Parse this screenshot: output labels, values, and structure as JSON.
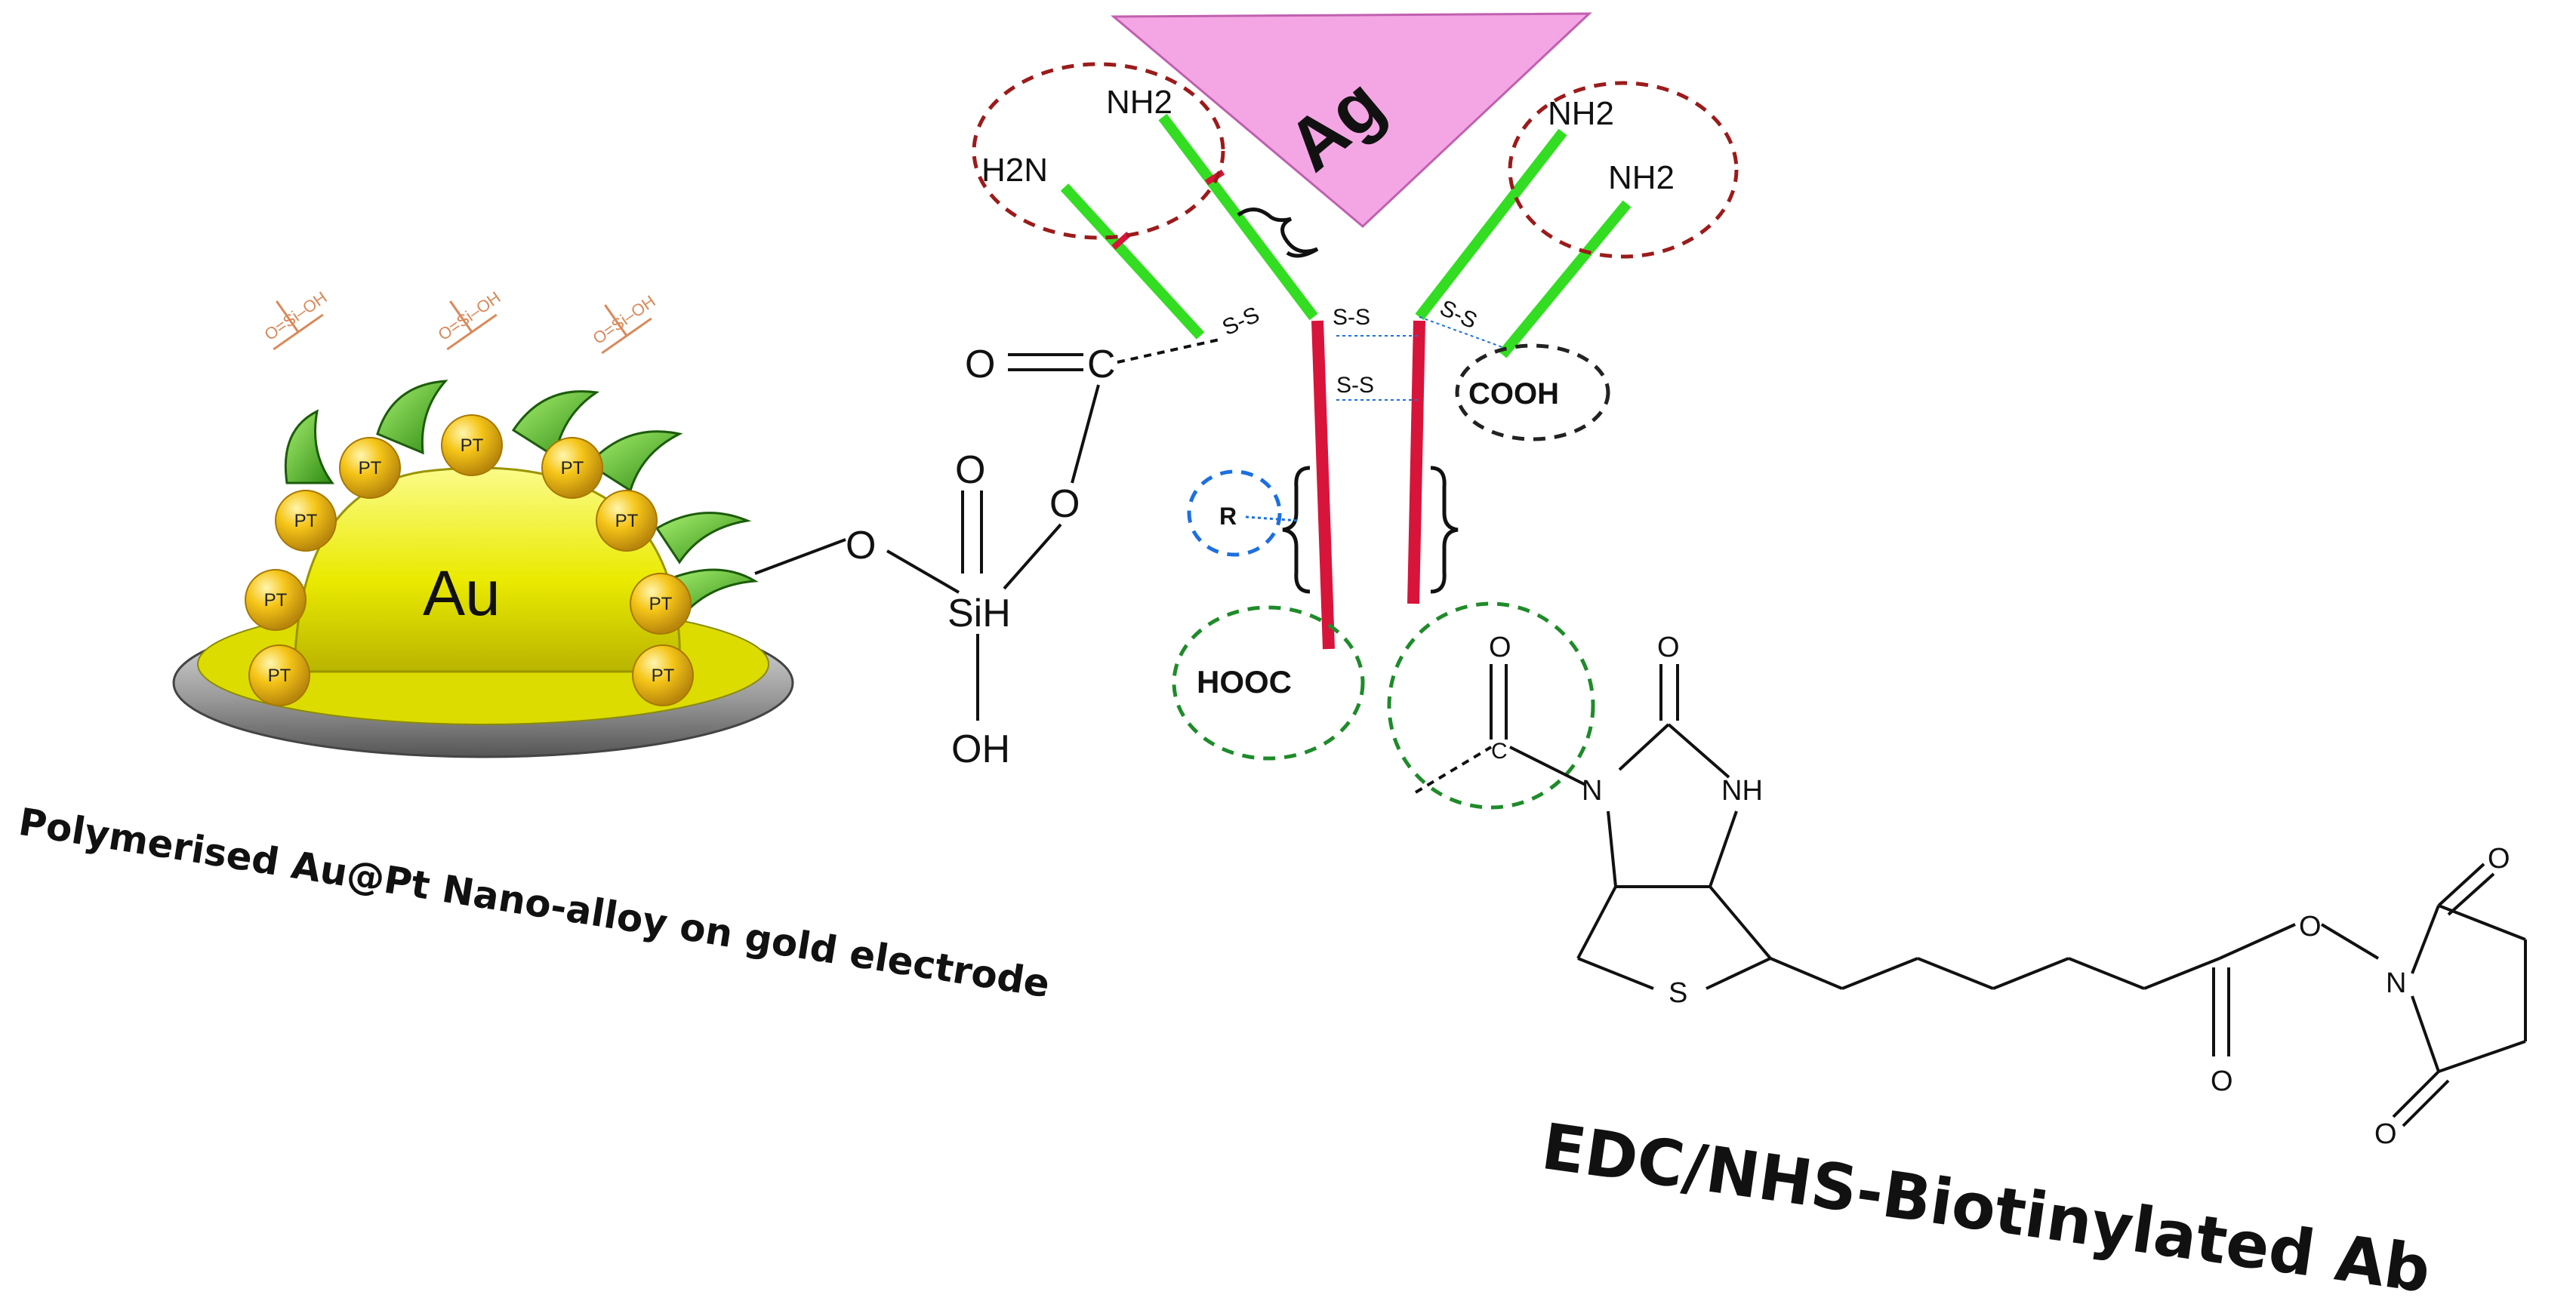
{
  "labels": {
    "antigen": "Ag",
    "gold_core": "Au",
    "pt": "PT",
    "nh2": "NH2",
    "h2n": "H2N",
    "cooh": "COOH",
    "hooc": "HOOC",
    "disulfide": "S-S",
    "r_group": "R",
    "carbonyl_c": "C",
    "oxygen": "O",
    "silicon_h": "SiH",
    "hydroxyl": "OH",
    "nitrogen": "N",
    "nh": "NH",
    "sulfur": "S",
    "hydrolysed_group_glyph": "O=Si–OH"
  },
  "captions": {
    "left": "Polymerised Au@Pt Nano-alloy on gold electrode",
    "right": "EDC/NHS-Biotinylated Ab"
  },
  "colors": {
    "antigen_fill": "#f4a6e4",
    "antibody_light_chain": "#33dd22",
    "antibody_heavy_chain": "#d8143a",
    "gold_core": "#f2f000",
    "pt_sphere": "#f5c518",
    "red_circle": "#9b1b1b",
    "green_circle": "#1f8b2a",
    "blue_circle": "#1d6fe0",
    "black_circle": "#222222",
    "silane_orange": "#d9895a"
  }
}
